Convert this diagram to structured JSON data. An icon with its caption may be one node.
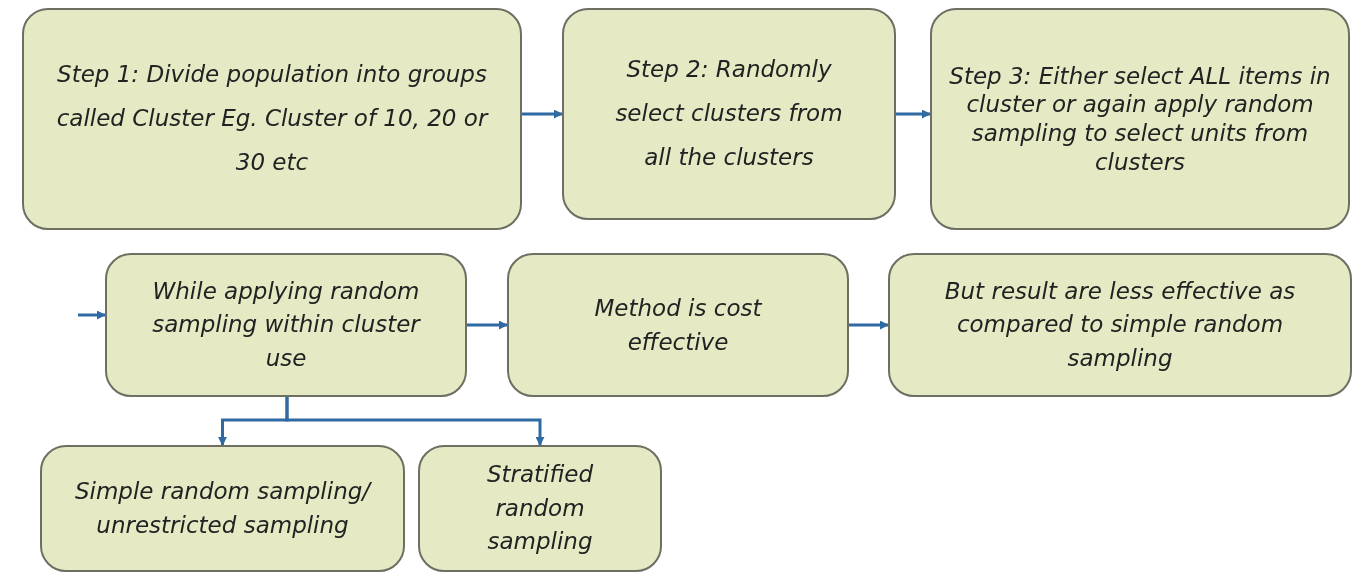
{
  "diagram": {
    "nodes": [
      {
        "text": [
          "Step 1: Divide population into groups called Cluster Eg. Cluster of 10, 20 or 30 etc"
        ]
      },
      {
        "text": [
          "Step 2: Randomly select clusters from all the clusters"
        ]
      },
      {
        "text": [
          "Step 3: Either select ALL items in cluster or again apply random sampling to select units from clusters"
        ]
      },
      {
        "text": [
          "While applying random sampling within cluster use"
        ]
      },
      {
        "text": [
          "Method is cost effective"
        ]
      },
      {
        "text": [
          "But result are less effective as compared to simple random sampling"
        ]
      },
      {
        "text": [
          "Simple random sampling/ unrestricted sampling"
        ]
      },
      {
        "text": [
          "Stratified random sampling"
        ]
      }
    ],
    "edges": [
      {
        "from": 0,
        "to": 1,
        "arrow": "to"
      },
      {
        "from": 1,
        "to": 2,
        "arrow": "to"
      },
      {
        "from": null,
        "to": 3,
        "arrow": "to"
      },
      {
        "from": 3,
        "to": 4,
        "arrow": "to"
      },
      {
        "from": 4,
        "to": 5,
        "arrow": "to"
      },
      {
        "from": 3,
        "to": 6,
        "arrow": "to"
      },
      {
        "from": 3,
        "to": 7,
        "arrow": "to"
      }
    ]
  }
}
